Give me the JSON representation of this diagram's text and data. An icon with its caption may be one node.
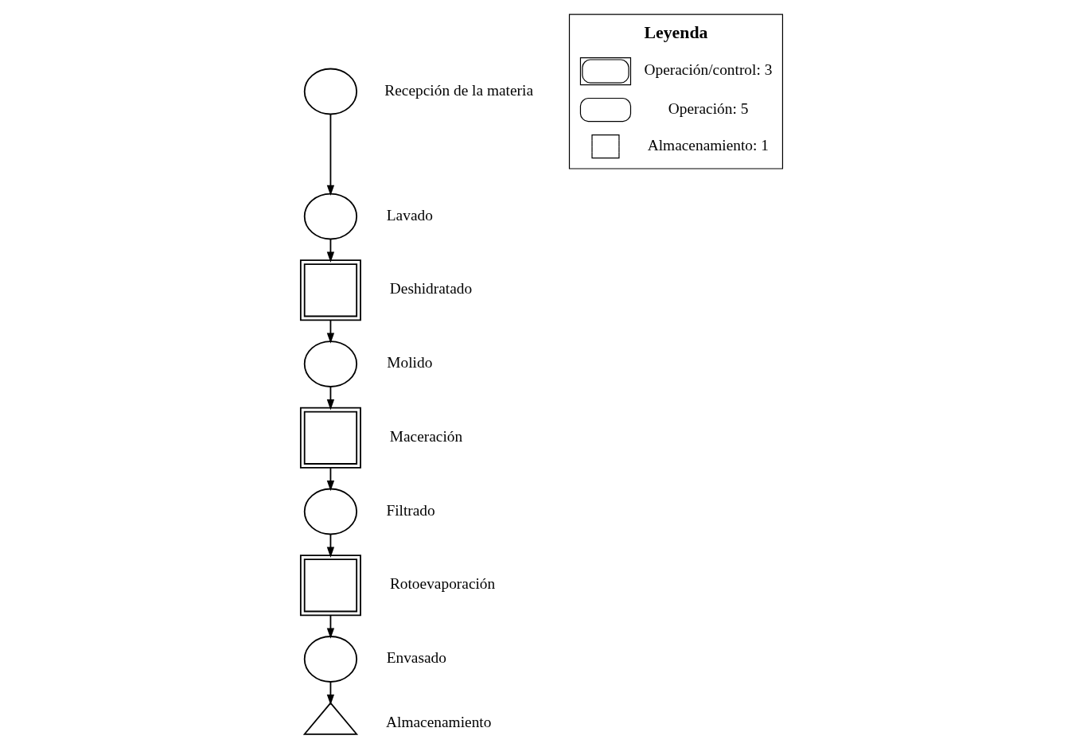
{
  "diagram": {
    "nodes": [
      {
        "text": [],
        "shape": "circle",
        "beside": [
          "Recepción de la materia"
        ]
      },
      {
        "text": [],
        "shape": "circle",
        "beside": [
          "Lavado"
        ]
      },
      {
        "text": [],
        "shape": "box",
        "beside": [
          "Deshidratado"
        ]
      },
      {
        "text": [],
        "shape": "circle",
        "beside": [
          "Molido"
        ]
      },
      {
        "text": [],
        "shape": "box",
        "beside": [
          "Maceración"
        ]
      },
      {
        "text": [],
        "shape": "circle",
        "beside": [
          "Filtrado"
        ]
      },
      {
        "text": [],
        "shape": "box",
        "beside": [
          "Rotoevaporación"
        ]
      },
      {
        "text": [],
        "shape": "circle",
        "beside": [
          "Envasado"
        ]
      },
      {
        "text": [],
        "shape": "triangle",
        "beside": [
          "Almacenamiento"
        ]
      }
    ],
    "edges": [
      {
        "from": 0,
        "to": 1,
        "arrow": "to"
      },
      {
        "from": 1,
        "to": 2,
        "arrow": "to"
      },
      {
        "from": 2,
        "to": 3,
        "arrow": "to"
      },
      {
        "from": 3,
        "to": 4,
        "arrow": "to"
      },
      {
        "from": 4,
        "to": 5,
        "arrow": "to"
      },
      {
        "from": 5,
        "to": 6,
        "arrow": "to"
      },
      {
        "from": 6,
        "to": 7,
        "arrow": "to"
      },
      {
        "from": 7,
        "to": 8,
        "arrow": "to"
      }
    ],
    "labels": [
      "Leyenda"
    ],
    "legend": [
      {
        "text": "Operación/control: 3"
      },
      {
        "text": "Operación: 5"
      },
      {
        "text": "Almacenamiento: 1"
      }
    ]
  }
}
